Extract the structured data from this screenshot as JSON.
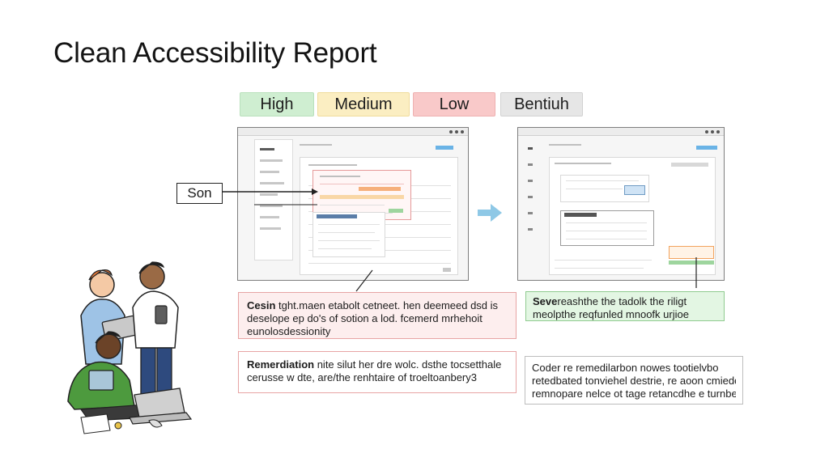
{
  "page": {
    "title": "Clean Accessibility Report"
  },
  "severity_legend": [
    {
      "label": "High",
      "color": "#cfeed1"
    },
    {
      "label": "Medium",
      "color": "#fbeec2"
    },
    {
      "label": "Low",
      "color": "#f9c9c9"
    },
    {
      "label": "Bentiuh",
      "color": "#e6e6e6"
    }
  ],
  "callout": {
    "label": "Son"
  },
  "findings": {
    "box_a": {
      "lead": "Cesin ",
      "line1": "tght.maen etabolt cetneet. hen deemeed dsd is",
      "line2": "deselope ep do's of sotion a lod. fcemerd mrhehoit",
      "line3": "eunolosdessionity"
    },
    "box_b": {
      "lead": "Remerdiation",
      "line1": "nite silut her dre wolc. dsthe tocsetthale",
      "line2": "cerusse w dte, are/the renhtaire of troeltoanbery3"
    },
    "box_c": {
      "lead": "Seve",
      "line1": "reashthe the tadolk the riligt",
      "line2": "meolpthe reqfunled mnoofk urjioe"
    },
    "box_d": {
      "line1": "Coder re remedilarbon nowes tootielvbo",
      "line2": "retedbated tonviehel destrie, re aoon cmiede",
      "line3": "remnopare nelce ot tage retancdhe e turnbeet"
    }
  },
  "colors": {
    "accent_red": "#e7a4a4",
    "accent_green": "#8fcb8f",
    "arrow_blue": "#8ec8e6"
  },
  "icons": [
    "arrow-right-icon"
  ]
}
